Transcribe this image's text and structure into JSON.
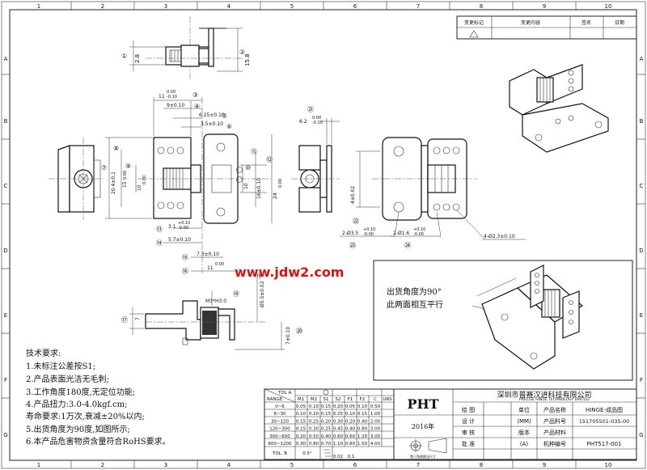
{
  "grid": {
    "columns": [
      "1",
      "2",
      "3",
      "4",
      "5",
      "6",
      "7",
      "8",
      "9",
      "10"
    ],
    "rows": [
      "A",
      "B",
      "C",
      "D",
      "E",
      "F",
      "G"
    ]
  },
  "revision_block": {
    "headers": [
      "变更标记",
      "变更内容",
      "签名",
      "日期"
    ]
  },
  "callouts": [
    "①",
    "②",
    "③",
    "④",
    "⑤",
    "⑥",
    "⑦",
    "⑧",
    "⑨",
    "⑩",
    "⑪",
    "⑫",
    "⑬",
    "⑭",
    "⑮",
    "⑯",
    "⑰",
    "⑱",
    "⑲",
    "⑳",
    "㉑",
    "㉒",
    "㉓",
    "㉔"
  ],
  "dimensions": {
    "d1": "2.8",
    "d2": "15.8",
    "d3_base": "11",
    "d3_up": "0.00",
    "d3_lo": "-0.10",
    "d4_base": "9±0.10",
    "d5_base": "6.25±0.10",
    "d6_base": "3.5±0.10",
    "d7_base": "20.4±0.1",
    "d8_base": "15",
    "d8_up": "0.00",
    "d8_lo": "-0.10",
    "d9_base": "10",
    "d9_up": "0.00",
    "d9_lo": "-0.10",
    "d10_base": "10",
    "d10_up": "0.00",
    "d10_lo": "-0.10",
    "d11_base": "16±0.10",
    "d12_base": "24",
    "d12_up": "0.00",
    "d12_lo": "-0.10",
    "d13_base": "3.1",
    "d13_up": "+0.10",
    "d13_lo": "-0.00",
    "d14_base": "5.7±0.10",
    "d15_base": "7.3±0.10",
    "d16_base": "11",
    "d16_up": "0.00",
    "d16_lo": "-0.10",
    "d17_base": "7",
    "d17_up": "0.00",
    "d17_lo": "-0.10",
    "d18_base": "M3*H3.0",
    "d19_base": "Ø5.5±0.02",
    "d20_base": "7±0.10",
    "d21_base": "6.2",
    "d21_up": "0.00",
    "d21_lo": "-0.10",
    "d22_base": "4±0.02",
    "d23_base": "2-Ø3.5",
    "d23_up": "+0.10",
    "d23_lo": "-0.00",
    "d24_base": "2-Ø1.6",
    "d24_up": "+0.10",
    "d24_lo": "-0.00",
    "d25_base": "4-Ø2.3±0.10"
  },
  "watermark": "www.jdw2.com",
  "note_box": {
    "line1": "出货角度为90°",
    "line2": "此两面相互平行"
  },
  "tech_requirements": {
    "title": "技术要求:",
    "items": [
      "1.未标注公差按S1;",
      "2.产品表面光洁无毛刺;",
      "3.工作角度180度,无定位功能;",
      "4.产品扭力:3.0-4.0kgf.cm;",
      "   寿命要求:1万次,衰减±20%以内;",
      "5.出货角度为90度,如图所示;",
      "6.本产品危害物资含量符合RoHS要求。"
    ]
  },
  "tolerance_table": {
    "corner_top": "TOL A",
    "corner_bottom": "RANGE",
    "headers": [
      "M1",
      "M2",
      "S1",
      "S2",
      "F1",
      "F2",
      "C",
      "URS"
    ],
    "rows": [
      {
        "range": "0~6",
        "values": [
          "0.05",
          "0.10",
          "0.15",
          "0.20",
          "0.05",
          "0.10",
          "0.50",
          ""
        ]
      },
      {
        "range": "6~30",
        "values": [
          "0.10",
          "0.20",
          "0.15",
          "0.25",
          "0.10",
          "0.15",
          "1.00",
          ""
        ]
      },
      {
        "range": "30~120",
        "values": [
          "0.15",
          "0.25",
          "0.20",
          "0.30",
          "0.20",
          "0.40",
          "2.00",
          ""
        ]
      },
      {
        "range": "120~300",
        "values": [
          "0.15",
          "0.30",
          "0.25",
          "0.45",
          "0.40",
          "0.80",
          "3.00",
          ""
        ]
      },
      {
        "range": "300~600",
        "values": [
          "0.20",
          "0.50",
          "0.40",
          "0.60",
          "0.60",
          "1.20",
          "3.00",
          ""
        ]
      },
      {
        "range": "600~1200",
        "values": [
          "0.30",
          "0.80",
          "0.70",
          "1.10",
          "0.80",
          "1.50",
          "4.00",
          ""
        ]
      }
    ],
    "footer": [
      "TOL. B",
      "0.5°",
      "",
      "0.02",
      "0.1"
    ]
  },
  "title_block": {
    "logo": "PHT",
    "company_cn": "深圳市普赛汉进科技有限公司",
    "company_en": "PRECISE HINGE TECHNOLOGY LIMITED",
    "year": "2016年",
    "projection_note": "第三角视图法尺寸",
    "left_labels": [
      "绘 图",
      "设 计",
      "审 核",
      "批 准"
    ],
    "unit_label": "单位",
    "unit_value": "(MM)",
    "version_label": "版本",
    "version_value": "(A)",
    "product_name_label": "产品名称",
    "product_name": "HINGE-成品图",
    "part_no_label": "产品料号",
    "part_no": "151705501-035-00",
    "material_label": "产品材料",
    "material": "",
    "model_label": "机种编号",
    "model": "PHT517-001"
  }
}
